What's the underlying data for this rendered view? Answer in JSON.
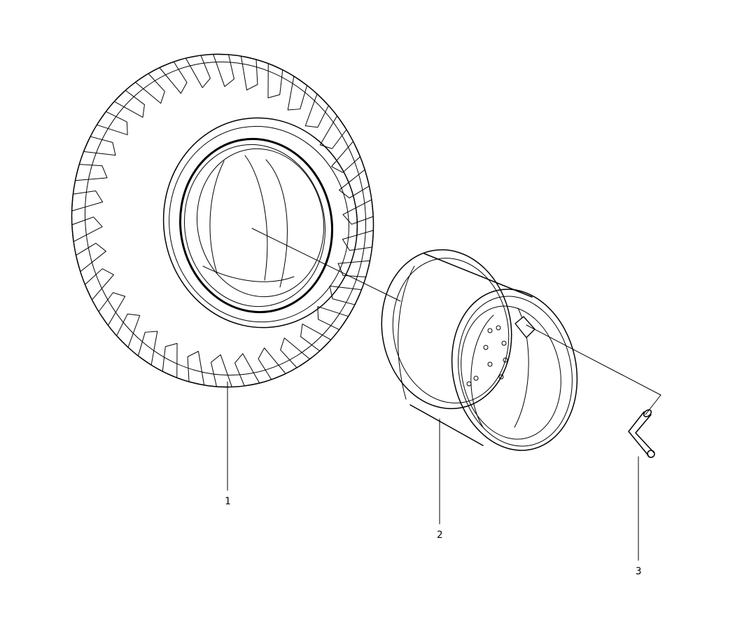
{
  "callouts": [
    {
      "id": "1",
      "label": "1",
      "part": "tyre"
    },
    {
      "id": "2",
      "label": "2",
      "part": "rim"
    },
    {
      "id": "3",
      "label": "3",
      "part": "valve"
    }
  ],
  "colors": {
    "background": "#ffffff",
    "ink": "#000000"
  }
}
